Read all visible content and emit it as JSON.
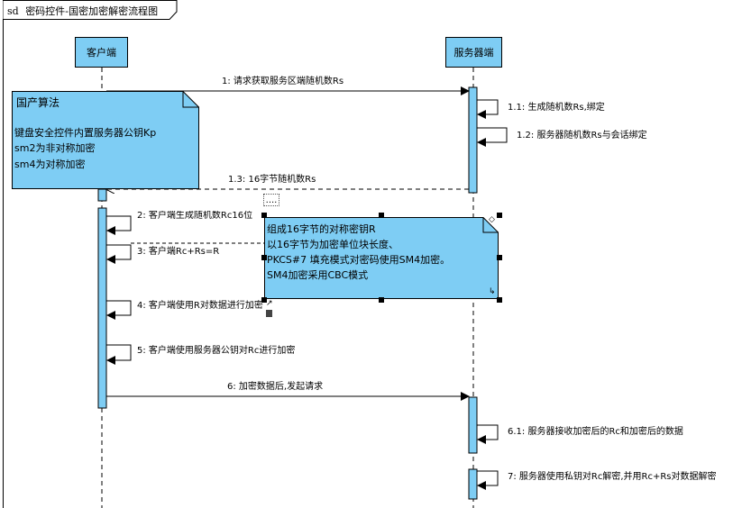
{
  "frame": {
    "tag": "sd",
    "title": "密码控件-国密加密解密流程图"
  },
  "lifelines": {
    "client": "客户端",
    "server": "服务器端"
  },
  "messages": [
    {
      "id": "m1",
      "label": "1: 请求获取服务区端随机数Rs"
    },
    {
      "id": "m11",
      "label": "1.1: 生成随机数Rs,绑定"
    },
    {
      "id": "m12",
      "label": "1.2: 服务器随机数Rs与会话绑定"
    },
    {
      "id": "m13",
      "label": "1.3: 16字节随机数Rs"
    },
    {
      "id": "m2",
      "label": "2: 客户端生成随机数Rc16位"
    },
    {
      "id": "m3",
      "label": "3: 客户端Rc+Rs=R"
    },
    {
      "id": "m4",
      "label": "4: 客户端使用R对数据进行加密"
    },
    {
      "id": "m5",
      "label": "5: 客户端使用服务器公钥对Rc进行加密"
    },
    {
      "id": "m6",
      "label": "6: 加密数据后,发起请求"
    },
    {
      "id": "m61",
      "label": "6.1: 服务器接收加密后的Rc和加密后的数据"
    },
    {
      "id": "m7",
      "label": "7: 服务器使用私钥对Rc解密,并用Rc+Rs对数据解密"
    }
  ],
  "notes": {
    "algorithm": {
      "title": "国产算法",
      "lines": [
        "键盘安全控件内置服务器公钥Kp",
        "sm2为非对称加密",
        "sm4为对称加密"
      ]
    },
    "sm4": {
      "lines": [
        "组成16字节的对称密钥R",
        "以16字节为加密单位块长度、",
        "PKCS#7 填充模式对密码使用SM4加密。",
        "SM4加密采用CBC模式"
      ]
    }
  },
  "toolbar": {
    "more_label": "...."
  },
  "colors": {
    "lifeline_fill": "#7ecdf4",
    "activation_fill": "#7ecdf4",
    "line": "#000000"
  }
}
